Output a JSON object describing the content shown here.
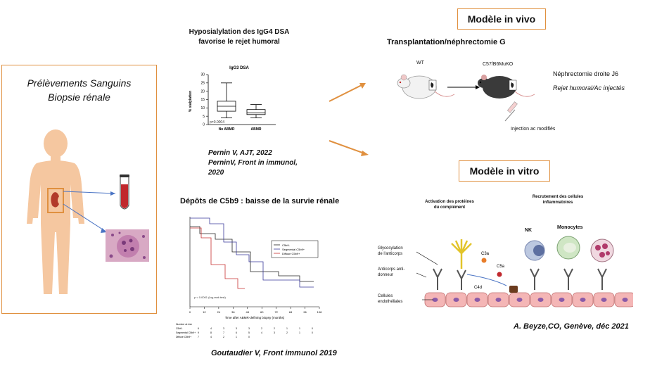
{
  "left_panel": {
    "title_line1": "Prélèvements Sanguins",
    "title_line2": "Biopsie rénale"
  },
  "hyposialylation": {
    "title_line1": "Hyposialylation des IgG4 DSA",
    "title_line2": "favorise le rejet humoral",
    "plot_title": "IgG3 DSA",
    "ylabel": "% sialylation",
    "y_ticks": [
      "0",
      "5",
      "10",
      "15",
      "20",
      "25",
      "30"
    ],
    "categories": [
      "No ABMR",
      "ABMR"
    ],
    "pvalue": "p=0.0004",
    "citation_line1": "Pernin V, AJT, 2022",
    "citation_line2": "PerninV, Front in immunol,",
    "citation_line3": "2020"
  },
  "chart_data": {
    "type": "box",
    "title": "IgG3 DSA",
    "ylabel": "% sialylation",
    "ylim": [
      0,
      30
    ],
    "categories": [
      "No ABMR",
      "ABMR"
    ],
    "boxes": [
      {
        "name": "No ABMR",
        "min": 4,
        "q1": 8,
        "median": 11,
        "q3": 14,
        "max": 25
      },
      {
        "name": "ABMR",
        "min": 4,
        "q1": 6,
        "median": 7,
        "q3": 9,
        "max": 12
      }
    ]
  },
  "c5b9": {
    "title": "Dépôts de C5b9 : baisse de la survie rénale",
    "xlabel": "Time after ABMR-defining biopsy (months)",
    "x_ticks": [
      "0",
      "12",
      "24",
      "36",
      "48",
      "60",
      "72",
      "84",
      "96",
      "108"
    ],
    "legend": [
      "C5b9-",
      "Segmental C5b9+",
      "Diffuse C5b9+"
    ],
    "risk_header": "Number at risk",
    "risk_rows": [
      {
        "label": "C5b9-",
        "values": [
          "6",
          "4",
          "3",
          "3",
          "3",
          "2",
          "2",
          "1",
          "1",
          "0"
        ]
      },
      {
        "label": "Segmental C5b9+",
        "values": [
          "9",
          "8",
          "7",
          "6",
          "5",
          "4",
          "3",
          "2",
          "1",
          "0"
        ]
      },
      {
        "label": "Diffuse C5b9+",
        "values": [
          "7",
          "4",
          "2",
          "1",
          "0",
          "",
          "",
          "",
          "",
          ""
        ]
      }
    ],
    "pvalue": "p < 0.0001 (log-rank test)",
    "citation": "Goutaudier V, Front immunol 2019"
  },
  "in_vivo": {
    "header": "Modèle in vivo",
    "subtitle": "Transplantation/néphrectomie G",
    "mouse1": "WT",
    "mouse2": "C57/B6MuKO",
    "note1": "Néphrectomie droite J6",
    "note2": "Rejet humoral/Ac injectés",
    "injection": "Injection ac modifiés"
  },
  "in_vitro": {
    "header": "Modèle in vitro",
    "activation_line1": "Activation des protéines",
    "activation_line2": "du complément",
    "recruit_line1": "Recrutement des cellules",
    "recruit_line2": "inflammatoires",
    "nk": "NK",
    "monocytes": "Monocytes",
    "glyco_line1": "Glycosylation",
    "glyco_line2": "de l'anticorps",
    "anti_line1": "Anticorps anti-",
    "anti_line2": "donneur",
    "cells_line1": "Cellules",
    "cells_line2": "endothéliales",
    "c3a": "C3a",
    "c5a": "C5a",
    "c4d": "C4d",
    "citation": "A. Beyze,CO, Genève, déc 2021"
  },
  "colors": {
    "accent_orange": "#e0903f",
    "skin": "#f5c7a0",
    "blood": "#c0282d",
    "arrow_blue": "#4a74c4"
  }
}
